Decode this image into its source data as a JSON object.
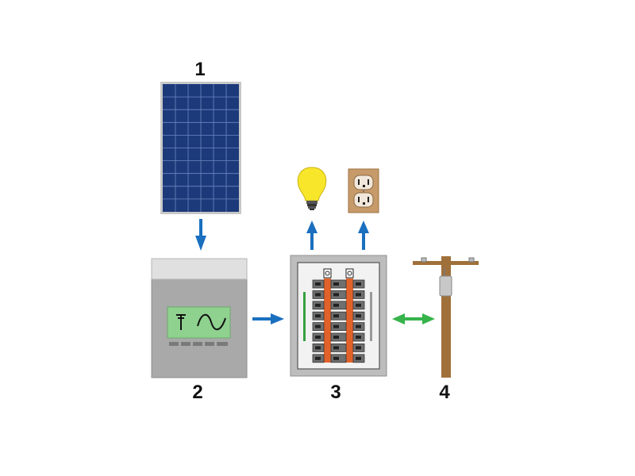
{
  "labels": {
    "solar_panel": "1",
    "inverter": "2",
    "breaker_panel": "3",
    "utility_pole": "4"
  },
  "colors": {
    "flow_arrow": "#1a6fbf",
    "grid_arrow": "#36b34a",
    "panel_cell": "#1c3a7a",
    "inverter_screen": "#8fd18f",
    "breaker_orange": "#e0622a",
    "pole_wood": "#a0703a",
    "outlet_plate": "#c79a6a",
    "bulb": "#f7e62a"
  },
  "icons": [
    "solar-panel-icon",
    "inverter-icon",
    "light-bulb-icon",
    "outlet-icon",
    "breaker-panel-icon",
    "utility-pole-icon"
  ]
}
